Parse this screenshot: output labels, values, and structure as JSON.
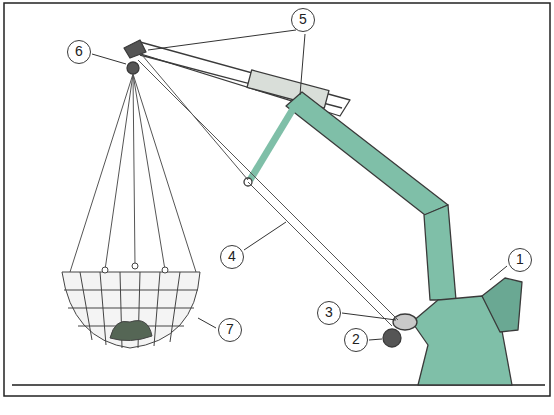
{
  "diagram": {
    "labels": [
      "5",
      "6",
      "4",
      "1",
      "3",
      "2",
      "7"
    ]
  }
}
